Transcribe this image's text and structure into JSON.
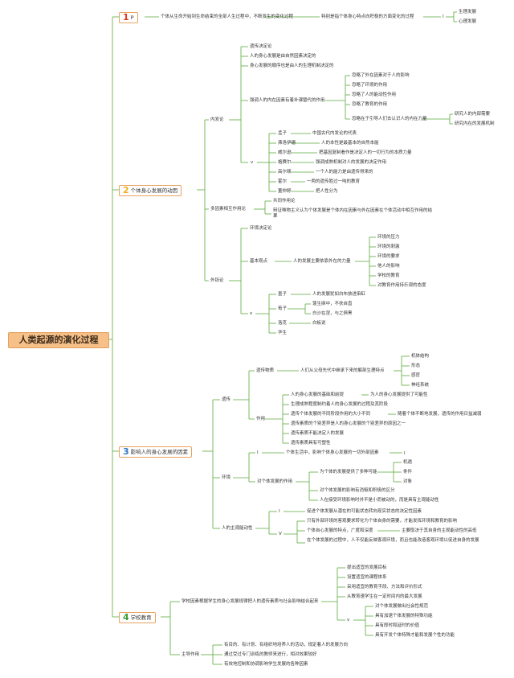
{
  "root": "人类起源的演化过程",
  "branch1": {
    "num": "1",
    "label": "P",
    "text1": "个体从生命开始到生命结束的全部人生过程中，不断发生的变化过程",
    "text2": "特别是指个体身心特点向积极的方面变化的过程",
    "mark": "I",
    "items": [
      "生理发展",
      "心理发展"
    ]
  },
  "branch2": {
    "num": "2",
    "label": "个体身心发展的动因",
    "inner": {
      "label": "内发论",
      "items": [
        "遗传决定论",
        "人的身心发展是由自然因素决定的",
        "身心发展的顺序也是由人的生理机制决定的"
      ],
      "cause_text": "强调人的内在因素有着补课替代的作用",
      "cause_items": [
        "忽略了外在因素对于人的影响",
        "忽略了环境的作用",
        "忽略了人的能动性作用",
        "忽略了教育的作用"
      ],
      "power_text": "忽略在于引导人们去认识人的内在力量",
      "power_items": [
        "研究人的内部需要",
        "研究内在的发展机制"
      ],
      "mark": "v",
      "people": [
        [
          "孟子",
          "中国古代内发论的代表"
        ],
        [
          "弗洛伊德",
          "人的本性是最基本的自然本能"
        ],
        [
          "威尔逊",
          "把基因复制看作是决定人的一切行为的本质力量"
        ],
        [
          "格赛尔",
          "强调成熟机制对人的发展的决定作用"
        ],
        [
          "高尔顿",
          "一个人的能力是由遗传得来的"
        ],
        [
          "霍尔",
          "一两的遗传胜过一吨的教育"
        ],
        [
          "董仲舒",
          "把人性分为"
        ]
      ]
    },
    "multi": {
      "label": "多因素相互作用论",
      "items": [
        "共同作用论",
        "辩证唯物主义认为个体发展是个体内在因素与外在因素在个体活动中相互作用的结果"
      ]
    },
    "outer": {
      "label": "外铄论",
      "item1": "环境决定论",
      "basic_label": "基本观点",
      "basic_text": "人的发展主要依靠外在的力量",
      "basic_items": [
        "环境的压力",
        "环境的刺激",
        "环境的要求",
        "他人的影响",
        "学校的教育",
        "对教育作用持乐观的态度"
      ],
      "mark": "v",
      "people": [
        [
          "墨子",
          "人的发展犹如白布放进染缸"
        ],
        [
          "荀子",
          ""
        ],
        [
          "洛克",
          "白板说"
        ],
        [
          "华生",
          ""
        ]
      ],
      "xunzi_items": [
        "蓬生麻中，不扶自直",
        "白沙在涅，与之俱黑"
      ]
    }
  },
  "branch3": {
    "num": "3",
    "label": "影响人的身心发展的因素",
    "heredity": {
      "label": "遗传",
      "substance_label": "遗传物质",
      "substance_text": "人们从父母先代中继承下来的解剖生理特点",
      "substance_items": [
        "机体结构",
        "形态",
        "感官",
        "神经系统"
      ],
      "role_label": "作用",
      "roles": [
        "人的身心发展的基础和前提",
        "生理成熟程度制约着人的身心发展的过程及其阶段",
        "遗传个体发展的不同阶段作用的大小不同",
        "遗传素质的个别差异是人的身心发展的个别差异的原因之一",
        "遗传素质不能决定人的发展",
        "遗传素质具有可塑性"
      ],
      "role1_note": "为人的身心发展提供了可能性",
      "role3_note": "随着个体不断地发展，遗传的作用日益减弱"
    },
    "env": {
      "label": "环境",
      "mark1": "I",
      "line1": "个体生活中，影响个体身心发展的一切外部因素",
      "mark2": "I",
      "effect_label": "对个体发展的作用",
      "possibility": "为个体的发展提供了多种可能",
      "possibility_items": [
        "机遇",
        "条件",
        "对象"
      ],
      "effect_items": [
        "对个体发展的影响有消极和积极的区分",
        "人在接受环境影响时并不是小而被动的，而是具有主观能动性"
      ]
    },
    "agency": {
      "label": "人的主观能动性",
      "mark1": "I",
      "line1": "促进个体发展从潜在的可能状态转向现实状态的决定性因素",
      "mark2": "V",
      "items": [
        "只有外部环境的客观要求转化为个体自身的需要，才能发挥环境和教育的影响",
        "个体自心发展的特点，广度和深度",
        "在个体发展的过程中，人不仅能反映客观环境，而且也能改造客观环境以促进自身的发展"
      ],
      "item2_note": "主要取决于其自身的主观能动性的高低"
    }
  },
  "branch4": {
    "num": "4",
    "label": "学校教育",
    "main_text": "学校因素根据学生的身心发展规律把人的遗传素质与社会影响结合起来",
    "main_items": [
      "提出适宜的发展目标",
      "设置适宜的课程体系",
      "采用适宜的教育手段、方法和评价形式",
      "从教育速学生在一定时间内的最大发展"
    ],
    "mark": "v",
    "adv_items": [
      "对个体发展做出社会性规范",
      "具有加速个体发展的特殊功能",
      "具有即时和延时的价值",
      "具有开发个体特殊才能和发展个性的功能"
    ],
    "leading_label": "主导作用",
    "leading_items": [
      "有目的、有计划、有组织地培养人的活动，规定着人的发展方向",
      "通过受过专门训练的教师来进行，相对效果较好",
      "有效地控制和协调影响学生发展的各种因素"
    ]
  },
  "colors": {
    "line": "#5aaa3c",
    "node_border": "#e8a25e",
    "root_fill": "#f7c089"
  }
}
